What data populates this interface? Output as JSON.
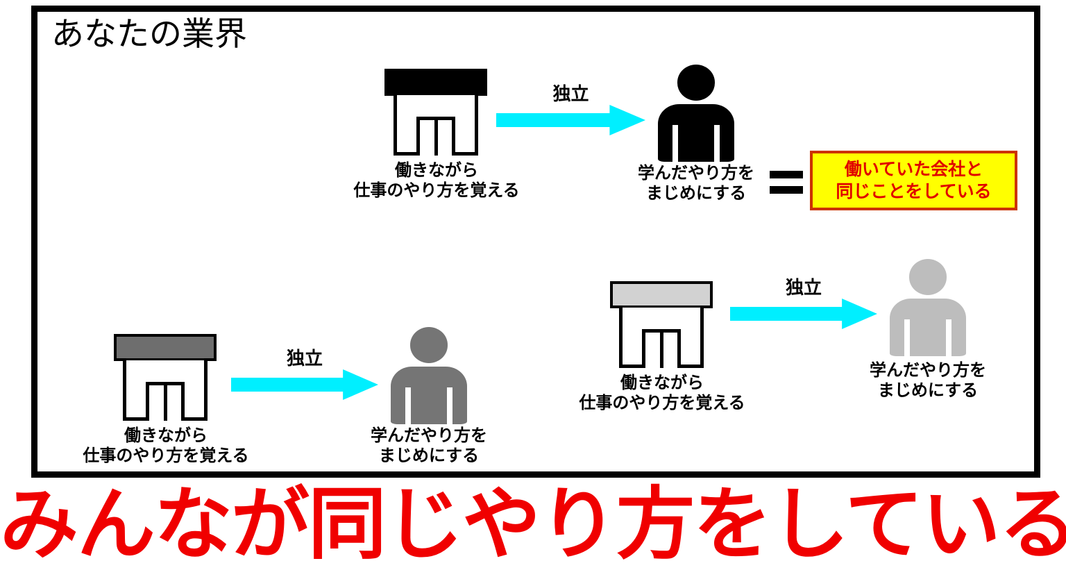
{
  "panel": {
    "title": "あなたの業界"
  },
  "colors": {
    "frame": "#000000",
    "arrow": "#00efff",
    "callout_fill": "#ffff00",
    "callout_border": "#cc3300",
    "callout_text": "#e00000",
    "headline": "#f00000",
    "dark": "#000000",
    "mid_gray": "#6e6e6e",
    "light_gray": "#bdbdbd",
    "person_mid_gray": "#757575",
    "awning_light_gray": "#d2d2d2"
  },
  "groups": [
    {
      "id": "group-1",
      "shade": "black",
      "shop": {
        "icon": "storefront-icon",
        "awning_color": "#000000",
        "caption_line1": "働きながら",
        "caption_line2": "仕事のやり方を覚える"
      },
      "arrow": {
        "icon": "arrow-right-icon",
        "label": "独立",
        "color": "#00efff"
      },
      "person": {
        "icon": "person-icon",
        "color": "#000000",
        "caption_line1": "学んだやり方を",
        "caption_line2": "まじめにする"
      }
    },
    {
      "id": "group-2",
      "shade": "mid-gray",
      "shop": {
        "icon": "storefront-icon",
        "awning_color": "#6e6e6e",
        "caption_line1": "働きながら",
        "caption_line2": "仕事のやり方を覚える"
      },
      "arrow": {
        "icon": "arrow-right-icon",
        "label": "独立",
        "color": "#00efff"
      },
      "person": {
        "icon": "person-icon",
        "color": "#757575",
        "caption_line1": "学んだやり方を",
        "caption_line2": "まじめにする"
      }
    },
    {
      "id": "group-3",
      "shade": "light-gray",
      "shop": {
        "icon": "storefront-icon",
        "awning_color": "#d2d2d2",
        "caption_line1": "働きながら",
        "caption_line2": "仕事のやり方を覚える"
      },
      "arrow": {
        "icon": "arrow-right-icon",
        "label": "独立",
        "color": "#00efff"
      },
      "person": {
        "icon": "person-icon",
        "color": "#bdbdbd",
        "caption_line1": "学んだやり方を",
        "caption_line2": "まじめにする"
      }
    }
  ],
  "equals": {
    "symbol": "equals-sign"
  },
  "callout": {
    "line1": "働いていた会社と",
    "line2": "同じことをしている"
  },
  "headline": {
    "text": "みんなが同じやり方をしている"
  }
}
